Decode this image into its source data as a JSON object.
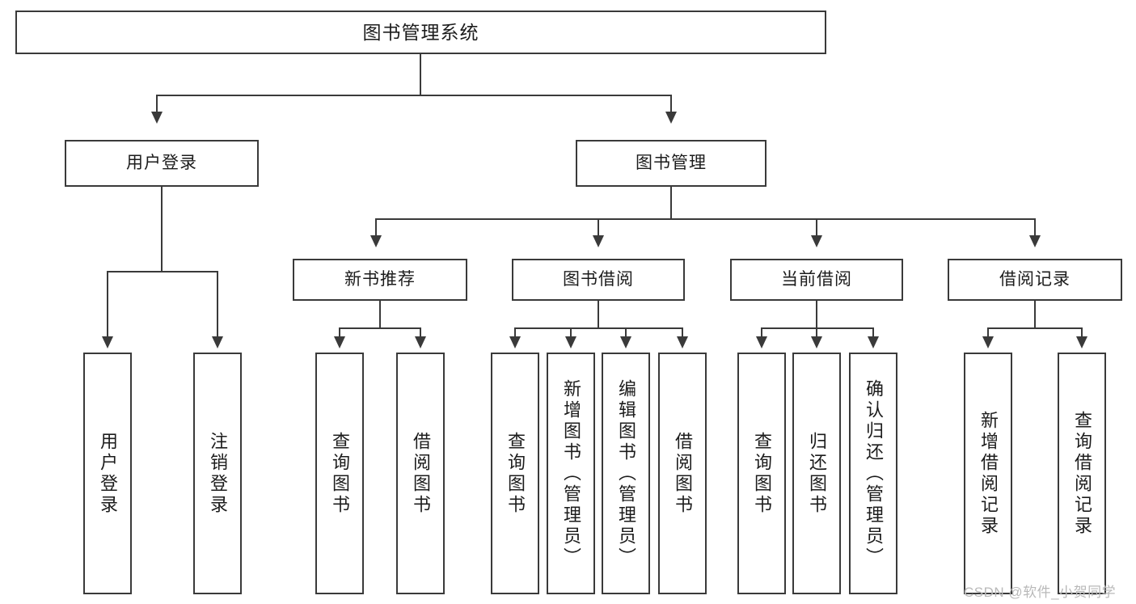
{
  "diagram": {
    "type": "tree-hierarchy-chart",
    "title": "图书管理系统",
    "watermark": "CSDN @软件_小贺同学",
    "colors": {
      "stroke": "#3a3a3a",
      "fill": "#ffffff",
      "text": "#1c1c1c",
      "watermark": "#b9b9b9"
    },
    "nodes": {
      "root": {
        "label": "图书管理系统"
      },
      "level1": [
        {
          "id": "user-login",
          "label": "用户登录"
        },
        {
          "id": "book-manage",
          "label": "图书管理"
        }
      ],
      "level2": [
        {
          "id": "new-book-rec",
          "label": "新书推荐"
        },
        {
          "id": "book-borrow",
          "label": "图书借阅"
        },
        {
          "id": "current-borrow",
          "label": "当前借阅"
        },
        {
          "id": "borrow-record",
          "label": "借阅记录"
        }
      ],
      "leaves": [
        {
          "id": "leaf-user-login",
          "parent": "user-login",
          "label": "用户登录"
        },
        {
          "id": "leaf-logout",
          "parent": "user-login",
          "label": "注销登录"
        },
        {
          "id": "leaf-query-book-1",
          "parent": "new-book-rec",
          "label": "查询图书"
        },
        {
          "id": "leaf-borrow-book-1",
          "parent": "new-book-rec",
          "label": "借阅图书"
        },
        {
          "id": "leaf-query-book-2",
          "parent": "book-borrow",
          "label": "查询图书"
        },
        {
          "id": "leaf-add-book",
          "parent": "book-borrow",
          "label": "新增图书（管理员）"
        },
        {
          "id": "leaf-edit-book",
          "parent": "book-borrow",
          "label": "编辑图书（管理员）"
        },
        {
          "id": "leaf-borrow-book-2",
          "parent": "book-borrow",
          "label": "借阅图书"
        },
        {
          "id": "leaf-query-book-3",
          "parent": "current-borrow",
          "label": "查询图书"
        },
        {
          "id": "leaf-return-book",
          "parent": "current-borrow",
          "label": "归还图书"
        },
        {
          "id": "leaf-confirm-return",
          "parent": "current-borrow",
          "label": "确认归还（管理员）"
        },
        {
          "id": "leaf-add-record",
          "parent": "borrow-record",
          "label": "新增借阅记录"
        },
        {
          "id": "leaf-query-record",
          "parent": "borrow-record",
          "label": "查询借阅记录"
        }
      ]
    }
  }
}
